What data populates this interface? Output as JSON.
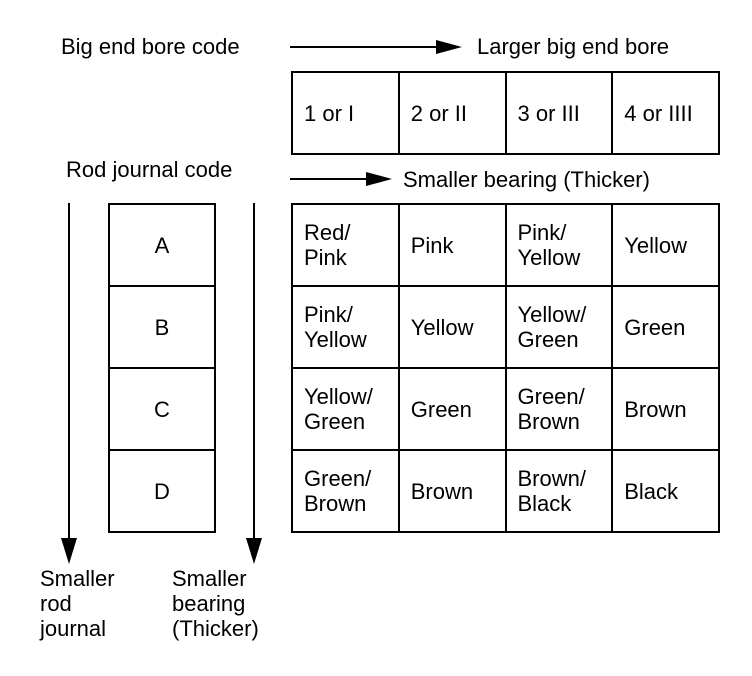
{
  "big_end": {
    "label": "Big end bore code",
    "arrow_label": "Larger big end bore",
    "codes": [
      "1 or I",
      "2 or II",
      "3 or III",
      "4 or IIII"
    ]
  },
  "rod_journal": {
    "label": "Rod journal code",
    "arrow_label": "Smaller bearing (Thicker)",
    "codes": [
      "A",
      "B",
      "C",
      "D"
    ]
  },
  "bearing_colors": [
    [
      "Red/\nPink",
      "Pink",
      "Pink/\nYellow",
      "Yellow"
    ],
    [
      "Pink/\nYellow",
      "Yellow",
      "Yellow/\nGreen",
      "Green"
    ],
    [
      "Yellow/\nGreen",
      "Green",
      "Green/\nBrown",
      "Brown"
    ],
    [
      "Green/\nBrown",
      "Brown",
      "Brown/\nBlack",
      "Black"
    ]
  ],
  "bottom_labels": {
    "left": "Smaller\nrod\njournal",
    "right": "Smaller\nbearing\n(Thicker)"
  }
}
